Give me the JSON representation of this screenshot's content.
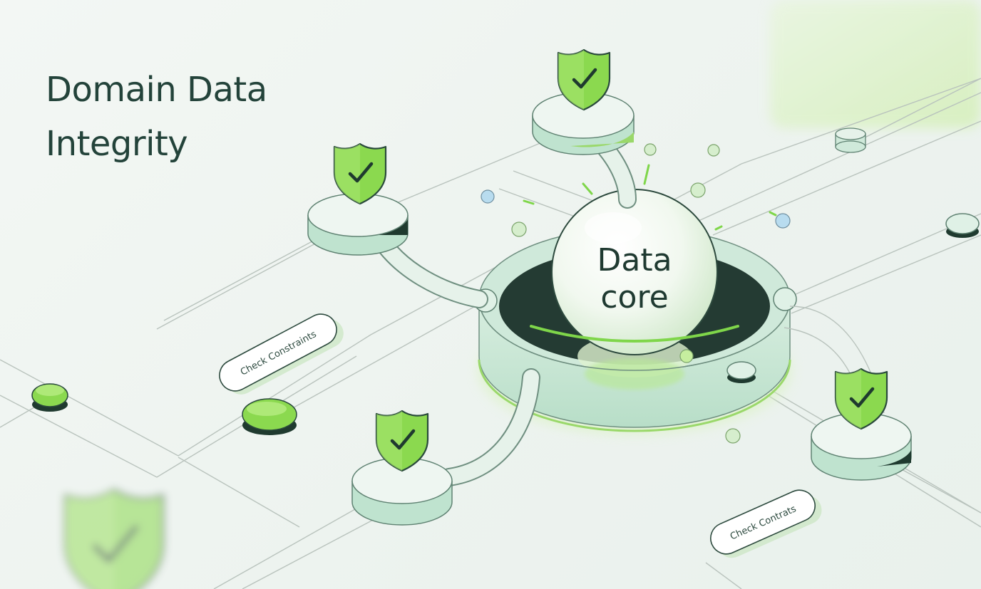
{
  "title": {
    "line1": "Domain Data",
    "line2": "Integrity"
  },
  "core": {
    "line1": "Data",
    "line2": "core"
  },
  "labels": {
    "check_constraints": "Check Constraints",
    "check_contrats": "Check Contrats"
  },
  "colors": {
    "accent_green": "#7fd64a",
    "dark_green": "#1f4a3a",
    "platform_mint": "#bfe3cf",
    "line_gray": "#b9c3bd",
    "dot_blue": "#b8dcef"
  },
  "icons": [
    "shield-check-icon",
    "database-node-icon"
  ]
}
